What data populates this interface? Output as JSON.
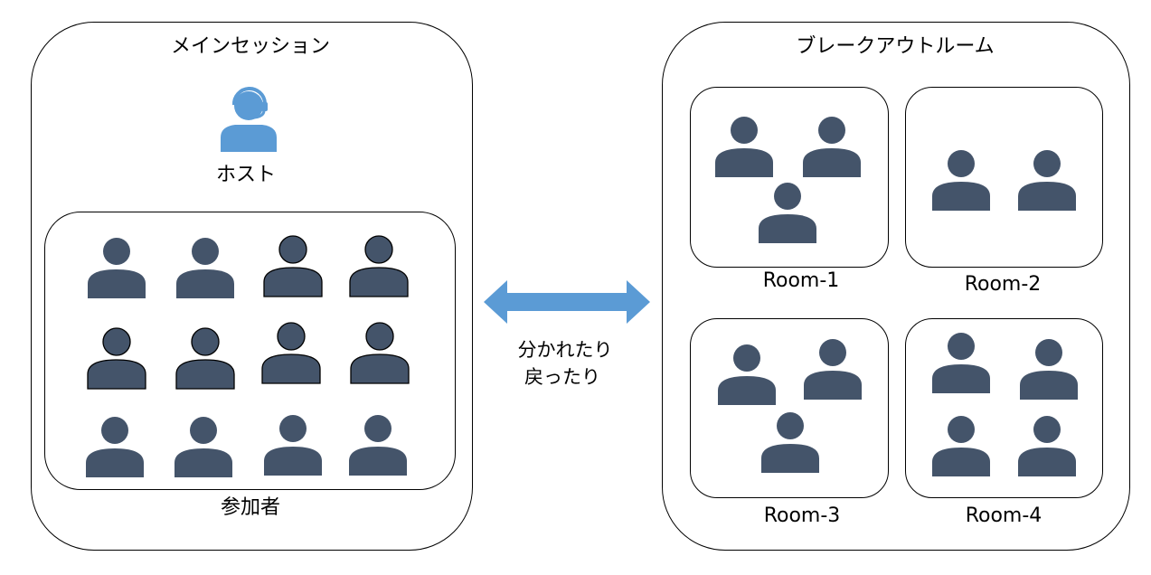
{
  "main_session": {
    "title": "メインセッション",
    "host_label": "ホスト",
    "participants_label": "参加者",
    "participant_count": 12
  },
  "arrow": {
    "line1": "分かれたり",
    "line2": "戻ったり"
  },
  "breakout": {
    "title": "ブレークアウトルーム",
    "rooms": [
      {
        "label": "Room-1",
        "people": 3
      },
      {
        "label": "Room-2",
        "people": 2
      },
      {
        "label": "Room-3",
        "people": 3
      },
      {
        "label": "Room-4",
        "people": 4
      }
    ]
  },
  "colors": {
    "person": "#44546a",
    "host": "#5b9bd5",
    "arrow": "#5b9bd5",
    "border": "#000000"
  }
}
